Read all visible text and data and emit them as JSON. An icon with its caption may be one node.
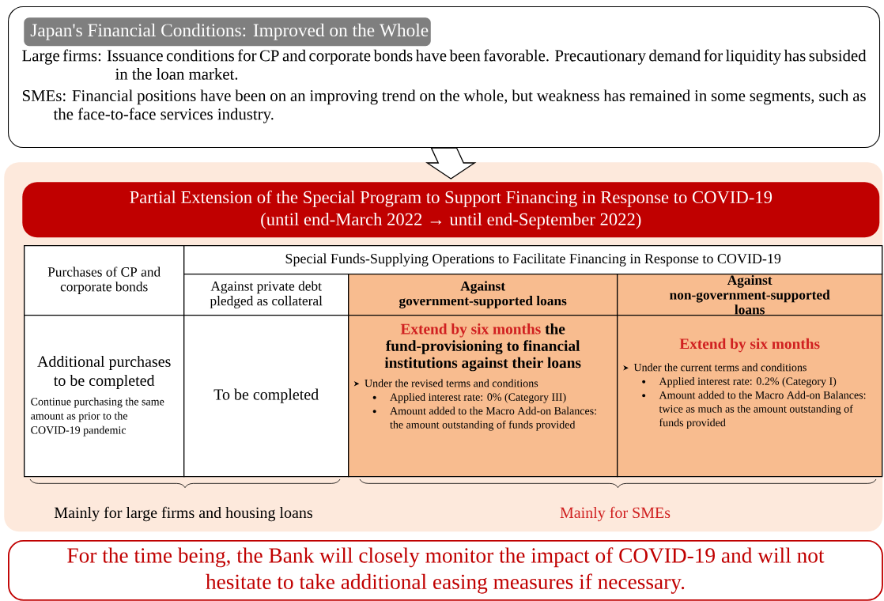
{
  "diagram": {
    "nodes": [
      {
        "text": [
          "Large firms: Issuance conditions for CP and corporate bonds have been favorable. Precautionary demand for liquidity has subsided in the loan market.",
          "SMEs: Financial positions have been on an improving trend on the whole, but weakness has remained in some segments, such as the face-to-face services industry."
        ]
      },
      {
        "text": [
          "Japan's Financial Conditions: Improved on the Whole"
        ],
        "in": 0
      },
      {
        "text": [],
        "shape": "box"
      },
      {
        "text": [
          "Partial Extension of the Special Program to Support Financing in Response to COVID-19",
          "(until end-March 2022 → until end-September 2022)"
        ],
        "in": 2
      },
      {
        "text": [
          "Purchases of CP and corporate bonds"
        ],
        "in": 2
      },
      {
        "text": [
          "Special Funds-Supplying Operations to Facilitate Financing in Response to COVID-19"
        ],
        "in": 2
      },
      {
        "text": [
          "Against private debt pledged as collateral"
        ],
        "in": 2
      },
      {
        "text": [
          "Against government-supported loans"
        ],
        "in": 2
      },
      {
        "text": [
          "Against non-government-supported loans"
        ],
        "in": 2
      },
      {
        "text": [
          "Additional purchases to be completed",
          "Continue purchasing the same amount as prior to the COVID-19 pandemic"
        ],
        "in": 2
      },
      {
        "text": [
          "To be completed"
        ],
        "in": 2
      },
      {
        "text": [
          "Extend by six months",
          "the fund-provisioning to financial institutions against their loans",
          "Under the revised terms and conditions",
          "Applied interest rate: 0% (Category III)",
          "Amount added to the Macro Add-on Balances: the amount outstanding of funds provided"
        ],
        "in": 2
      },
      {
        "text": [
          "Extend by six months",
          "Under the current terms and conditions",
          "Applied interest rate: 0.2% (Category I)",
          "Amount added to the Macro Add-on Balances: twice as much as the amount outstanding of funds provided"
        ],
        "in": 2
      },
      {
        "text": [
          "For the time being, the Bank will closely monitor the impact of COVID-19 and will not hesitate to take additional easing measures if necessary."
        ]
      }
    ],
    "edges": [
      {
        "from": 0,
        "to": 3,
        "arrow": "to"
      }
    ],
    "labels": [
      "Mainly for large firms and housing loans",
      "Mainly for SMEs"
    ]
  }
}
